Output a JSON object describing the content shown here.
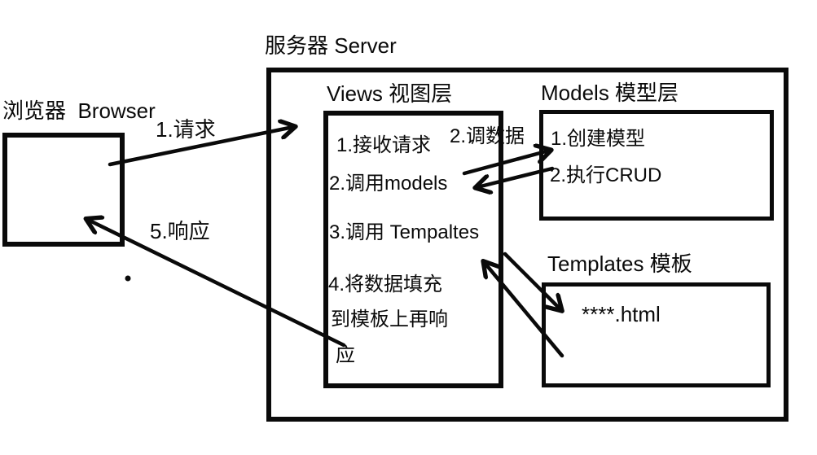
{
  "diagram": {
    "browser": {
      "title": "浏览器  Browser"
    },
    "server": {
      "title": "服务器 Server"
    },
    "views": {
      "title": "Views 视图层",
      "steps": [
        "1.接收请求",
        "2.调用models",
        "3.调用 Tempaltes",
        "4.将数据填充",
        "到模板上再响",
        "应"
      ]
    },
    "models": {
      "title": "Models 模型层",
      "steps": [
        "1.创建模型",
        "2.执行CRUD"
      ]
    },
    "templates": {
      "title": "Templates 模板",
      "file": "****.html"
    },
    "flows": {
      "request": "1.请求",
      "call_data": "2.调数据",
      "response": "5.响应"
    },
    "colors": {
      "ink": "#000000",
      "background": "#ffffff"
    }
  }
}
